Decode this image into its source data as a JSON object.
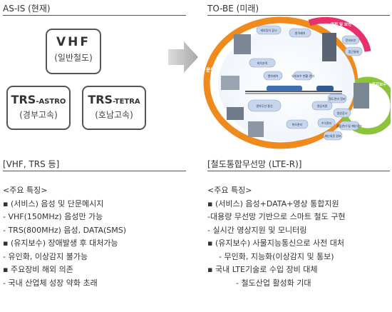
{
  "asis": {
    "header": "AS-IS (현재)",
    "vhf": {
      "title": "VHF",
      "sub": "(일반철도)"
    },
    "astro": {
      "title_main": "TRS",
      "title_suffix": "-ASTRO",
      "sub": "(경부고속)"
    },
    "tetra": {
      "title_main": "TRS",
      "title_suffix": "-TETRA",
      "sub": "(호남고속)"
    },
    "caption": "[VHF, TRS 등]",
    "features_title": "<주요 특징>",
    "features": [
      "▪ (서비스) 음성 및 단문메시지",
      "- VHF(150MHz) 음성만 가능",
      "- TRS(800MHz) 음성, DATA(SMS)",
      "▪ (유지보수) 장애발생 후 대처가능",
      "- 유인화, 이상감지 불가능",
      "▪ 주요장비 해외 의존",
      "- 국내 산업체 성장 약화 초래"
    ]
  },
  "tobe": {
    "header": "TO-BE (미래)",
    "diagram": {
      "left_arc": "운영",
      "top_arc": "안전 및 보안",
      "right_arc": "유지보수",
      "labels": [
        "세부장치 감시",
        "원격제어",
        "위치추적",
        "열차제어",
        "유지보수 현황 관리",
        "열차무선 통신",
        "전자보안",
        "접근통제",
        "영상감시",
        "출입관리 및 재난경보",
        "재난대응 정보",
        "수익관리",
        "철도관리 정보",
        "영상지원",
        "위치관리"
      ]
    },
    "caption": "[철도통합무선망 (LTE-R)]",
    "features_title": "<주요 특징>",
    "features": [
      "▪ (서비스) 음성+DATA+영상 통합지원",
      "-대용량 무선망 기반으로 스마트 철도 구현",
      "- 실시간 영상지원 및 모니터링",
      "▪ (유지보수) 사물지능통신으로 사전 대처",
      "- 무인화, 지능화(이상감지 및 통보)",
      "▪ 국내 LTE기술로 수입 장비 대체",
      "- 철도산업 활성화 기대"
    ]
  },
  "colors": {
    "left_arc": "#f08a1c",
    "top_arc": "#e8306a",
    "right_arc": "#8bc43a",
    "frame": "#555555"
  }
}
